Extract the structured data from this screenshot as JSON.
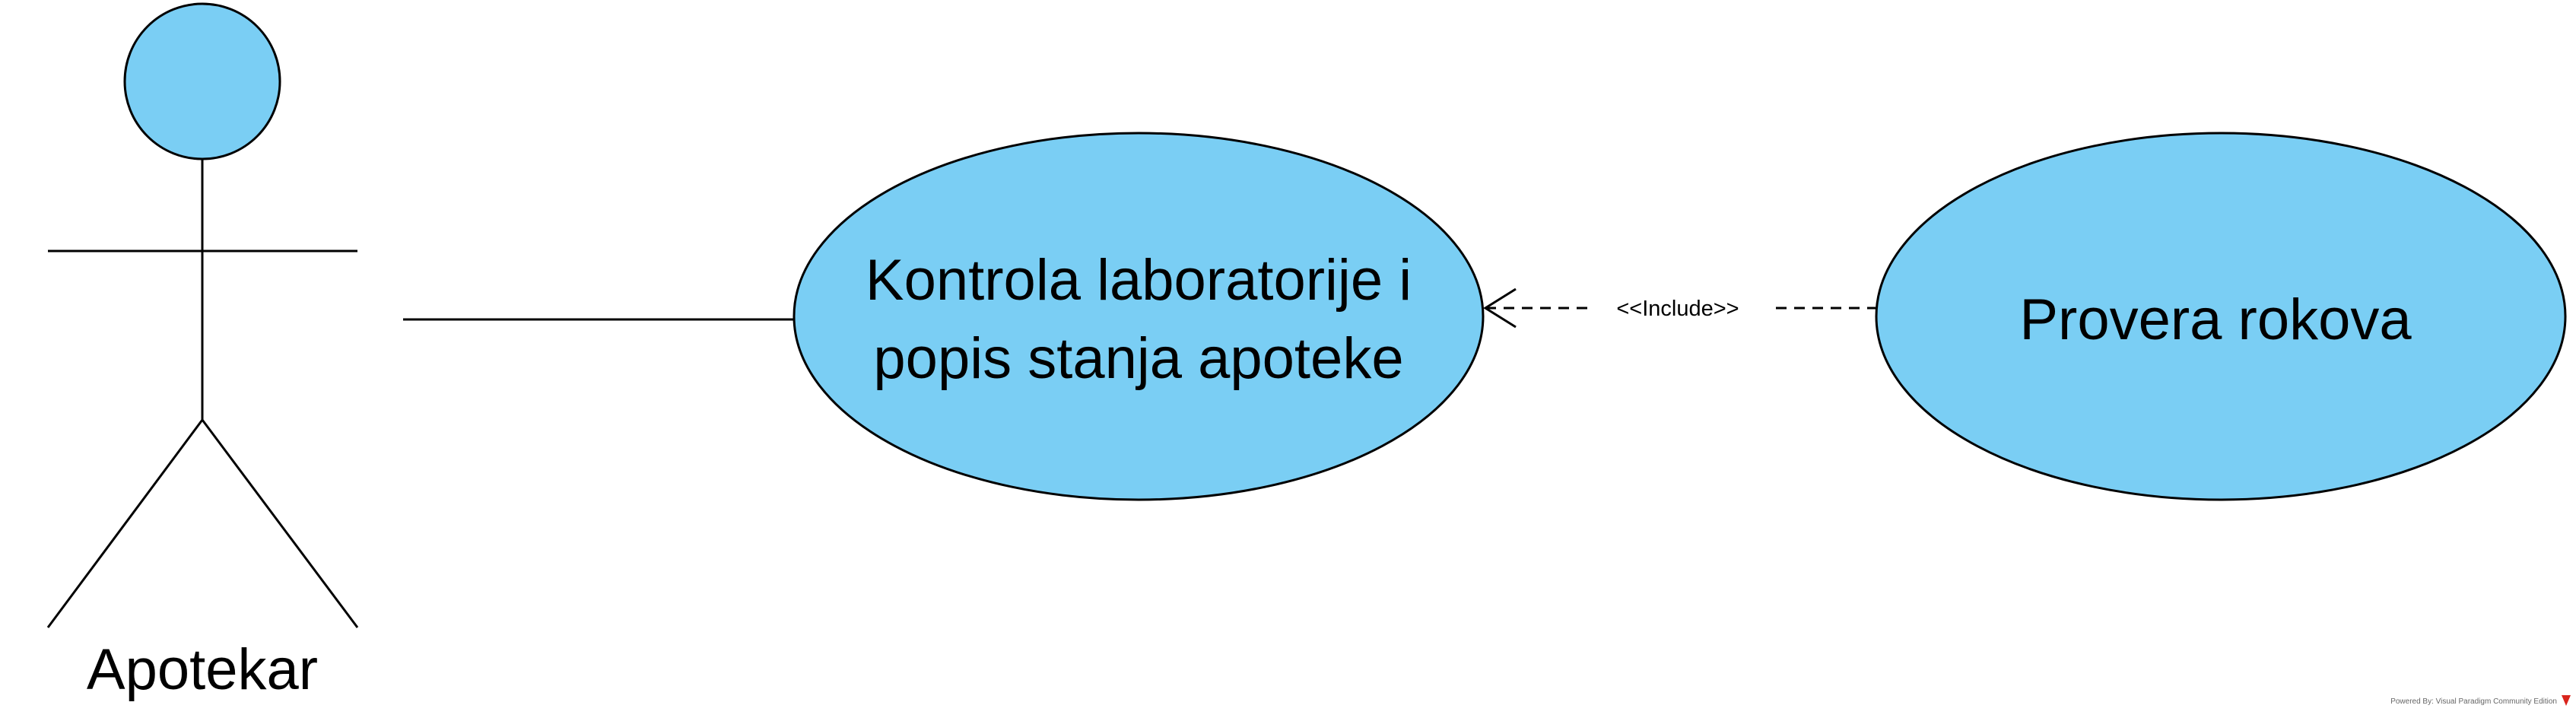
{
  "actor": {
    "name": "Apotekar"
  },
  "use_cases": [
    {
      "id": "kontrola",
      "lines": [
        "Kontrola laboratorije i",
        "popis stanja apoteke"
      ]
    },
    {
      "id": "provera",
      "lines": [
        "Provera rokova"
      ]
    }
  ],
  "relationships": {
    "include_label": "<<Include>>"
  },
  "footer": {
    "text": "Powered By: Visual Paradigm Community Edition"
  },
  "colors": {
    "fill": "#7ACEF4",
    "stroke": "#000000",
    "background": "#FFFFFF"
  }
}
